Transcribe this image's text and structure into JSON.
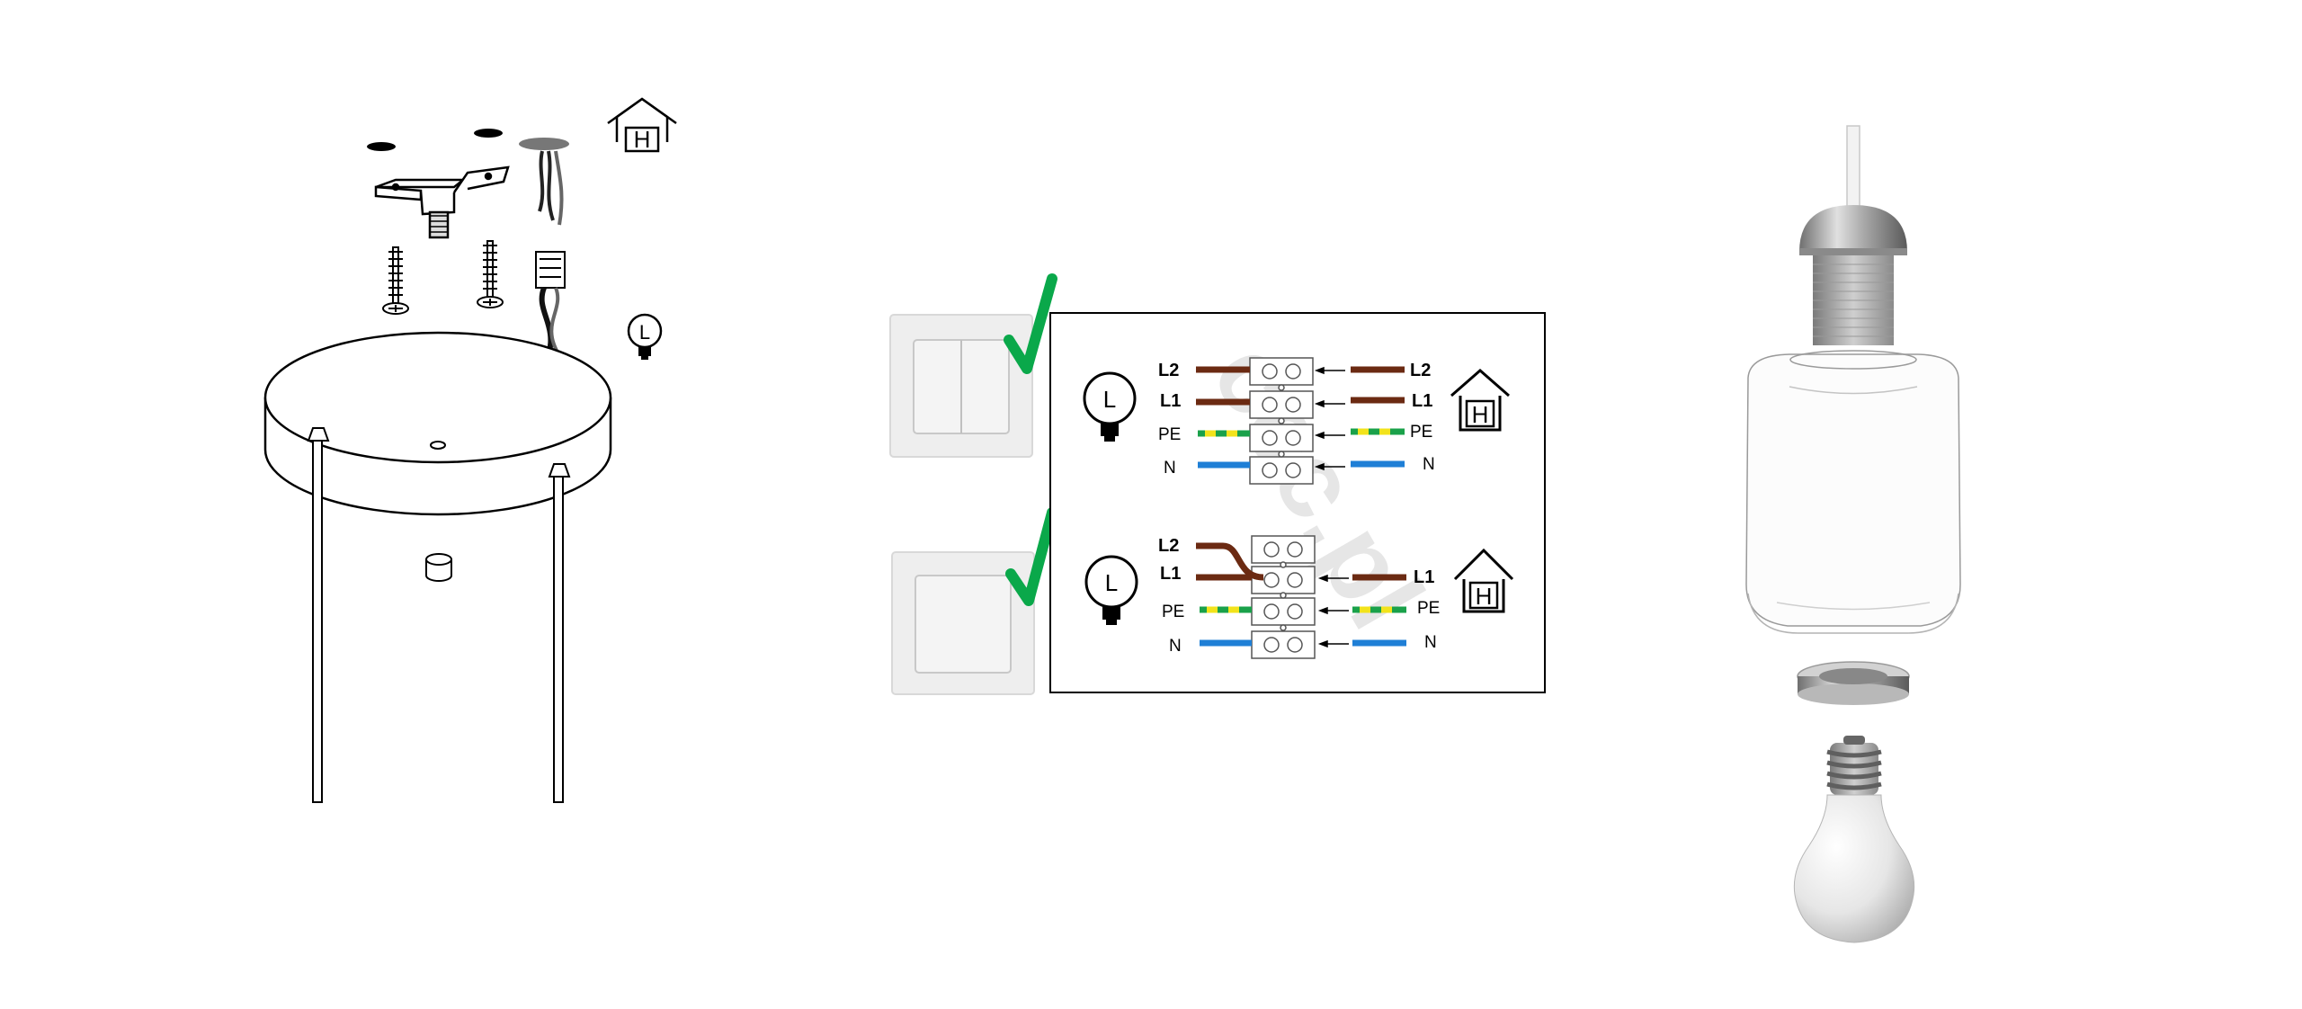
{
  "icons": {
    "house_letter": "H",
    "lamp_letter": "L"
  },
  "wiring": {
    "double_switch": {
      "left_labels": [
        "L2",
        "L1",
        "PE",
        "N"
      ],
      "right_labels": [
        "L2",
        "L1",
        "PE",
        "N"
      ]
    },
    "single_switch": {
      "left_labels": [
        "L2",
        "L1",
        "PE",
        "N"
      ],
      "right_labels": [
        "L1",
        "PE",
        "N"
      ]
    },
    "watermark": "ccc.pl"
  },
  "colors": {
    "live_brown": "#6b2a12",
    "earth_green": "#1aa14a",
    "earth_yellow": "#f2e31b",
    "neutral_blue": "#1f7fd6",
    "check_green": "#0aa84a"
  }
}
